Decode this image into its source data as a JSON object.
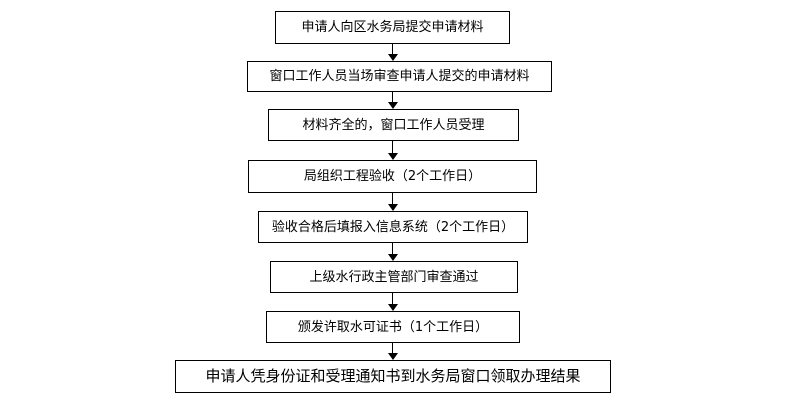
{
  "steps": [
    "申请人向区水务局提交申请材料",
    "窗口工作人员当场审查申请人提交的申请材料",
    "材料齐全的，窗口工作人员受理",
    "局组织工程验收（2个工作日）",
    "验收合格后填报入信息系统（2个工作日）",
    "上级水行政主管部门审查通过",
    "颁发许取水可证书（1个工作日）",
    "申请人凭身份证和受理通知书到水务局窗口领取办理结果"
  ]
}
